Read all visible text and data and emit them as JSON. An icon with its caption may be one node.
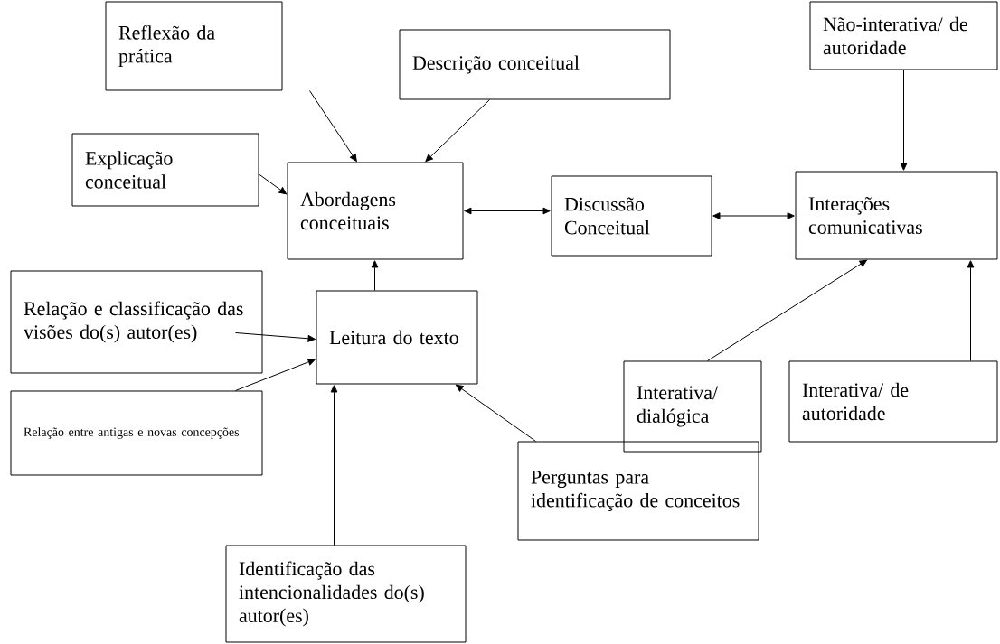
{
  "diagram": {
    "nodes": [
      {
        "text": [
          "Reflexão da prática"
        ]
      },
      {
        "text": [
          "Descrição conceitual"
        ]
      },
      {
        "text": [
          "Não-interativa/ de autoridade"
        ]
      },
      {
        "text": [
          "Explicação conceitual"
        ]
      },
      {
        "text": [
          "Abordagens conceituais"
        ]
      },
      {
        "text": [
          "Discussão Conceitual"
        ]
      },
      {
        "text": [
          "Interações comunicativas"
        ]
      },
      {
        "text": [
          "Relação e classificação das visões do(s) autor(es)"
        ]
      },
      {
        "text": [
          "Leitura do texto"
        ]
      },
      {
        "text": [
          "Relação entre antigas e novas concepções"
        ]
      },
      {
        "text": [
          "Interativa/ dialógica"
        ]
      },
      {
        "text": [
          "Interativa/ de autoridade"
        ]
      },
      {
        "text": [
          "Perguntas para identificação de conceitos"
        ]
      },
      {
        "text": [
          "Identificação das intencionalidades do(s) autor(es)"
        ]
      }
    ],
    "edges": [
      {
        "from": 0,
        "to": 4,
        "arrow": "to"
      },
      {
        "from": 1,
        "to": 4,
        "arrow": "to"
      },
      {
        "from": 2,
        "to": 6,
        "arrow": "to"
      },
      {
        "from": 3,
        "to": 4,
        "arrow": "to"
      },
      {
        "from": 4,
        "to": 5,
        "arrow": "both"
      },
      {
        "from": 5,
        "to": 6,
        "arrow": "both"
      },
      {
        "from": 8,
        "to": 4,
        "arrow": "to"
      },
      {
        "from": 7,
        "to": 8,
        "arrow": "to"
      },
      {
        "from": 9,
        "to": 8,
        "arrow": "to"
      },
      {
        "from": 13,
        "to": 8,
        "arrow": "to"
      },
      {
        "from": 12,
        "to": 8,
        "arrow": "to"
      },
      {
        "from": 10,
        "to": 6,
        "arrow": "to"
      },
      {
        "from": 11,
        "to": 6,
        "arrow": "to"
      }
    ]
  }
}
